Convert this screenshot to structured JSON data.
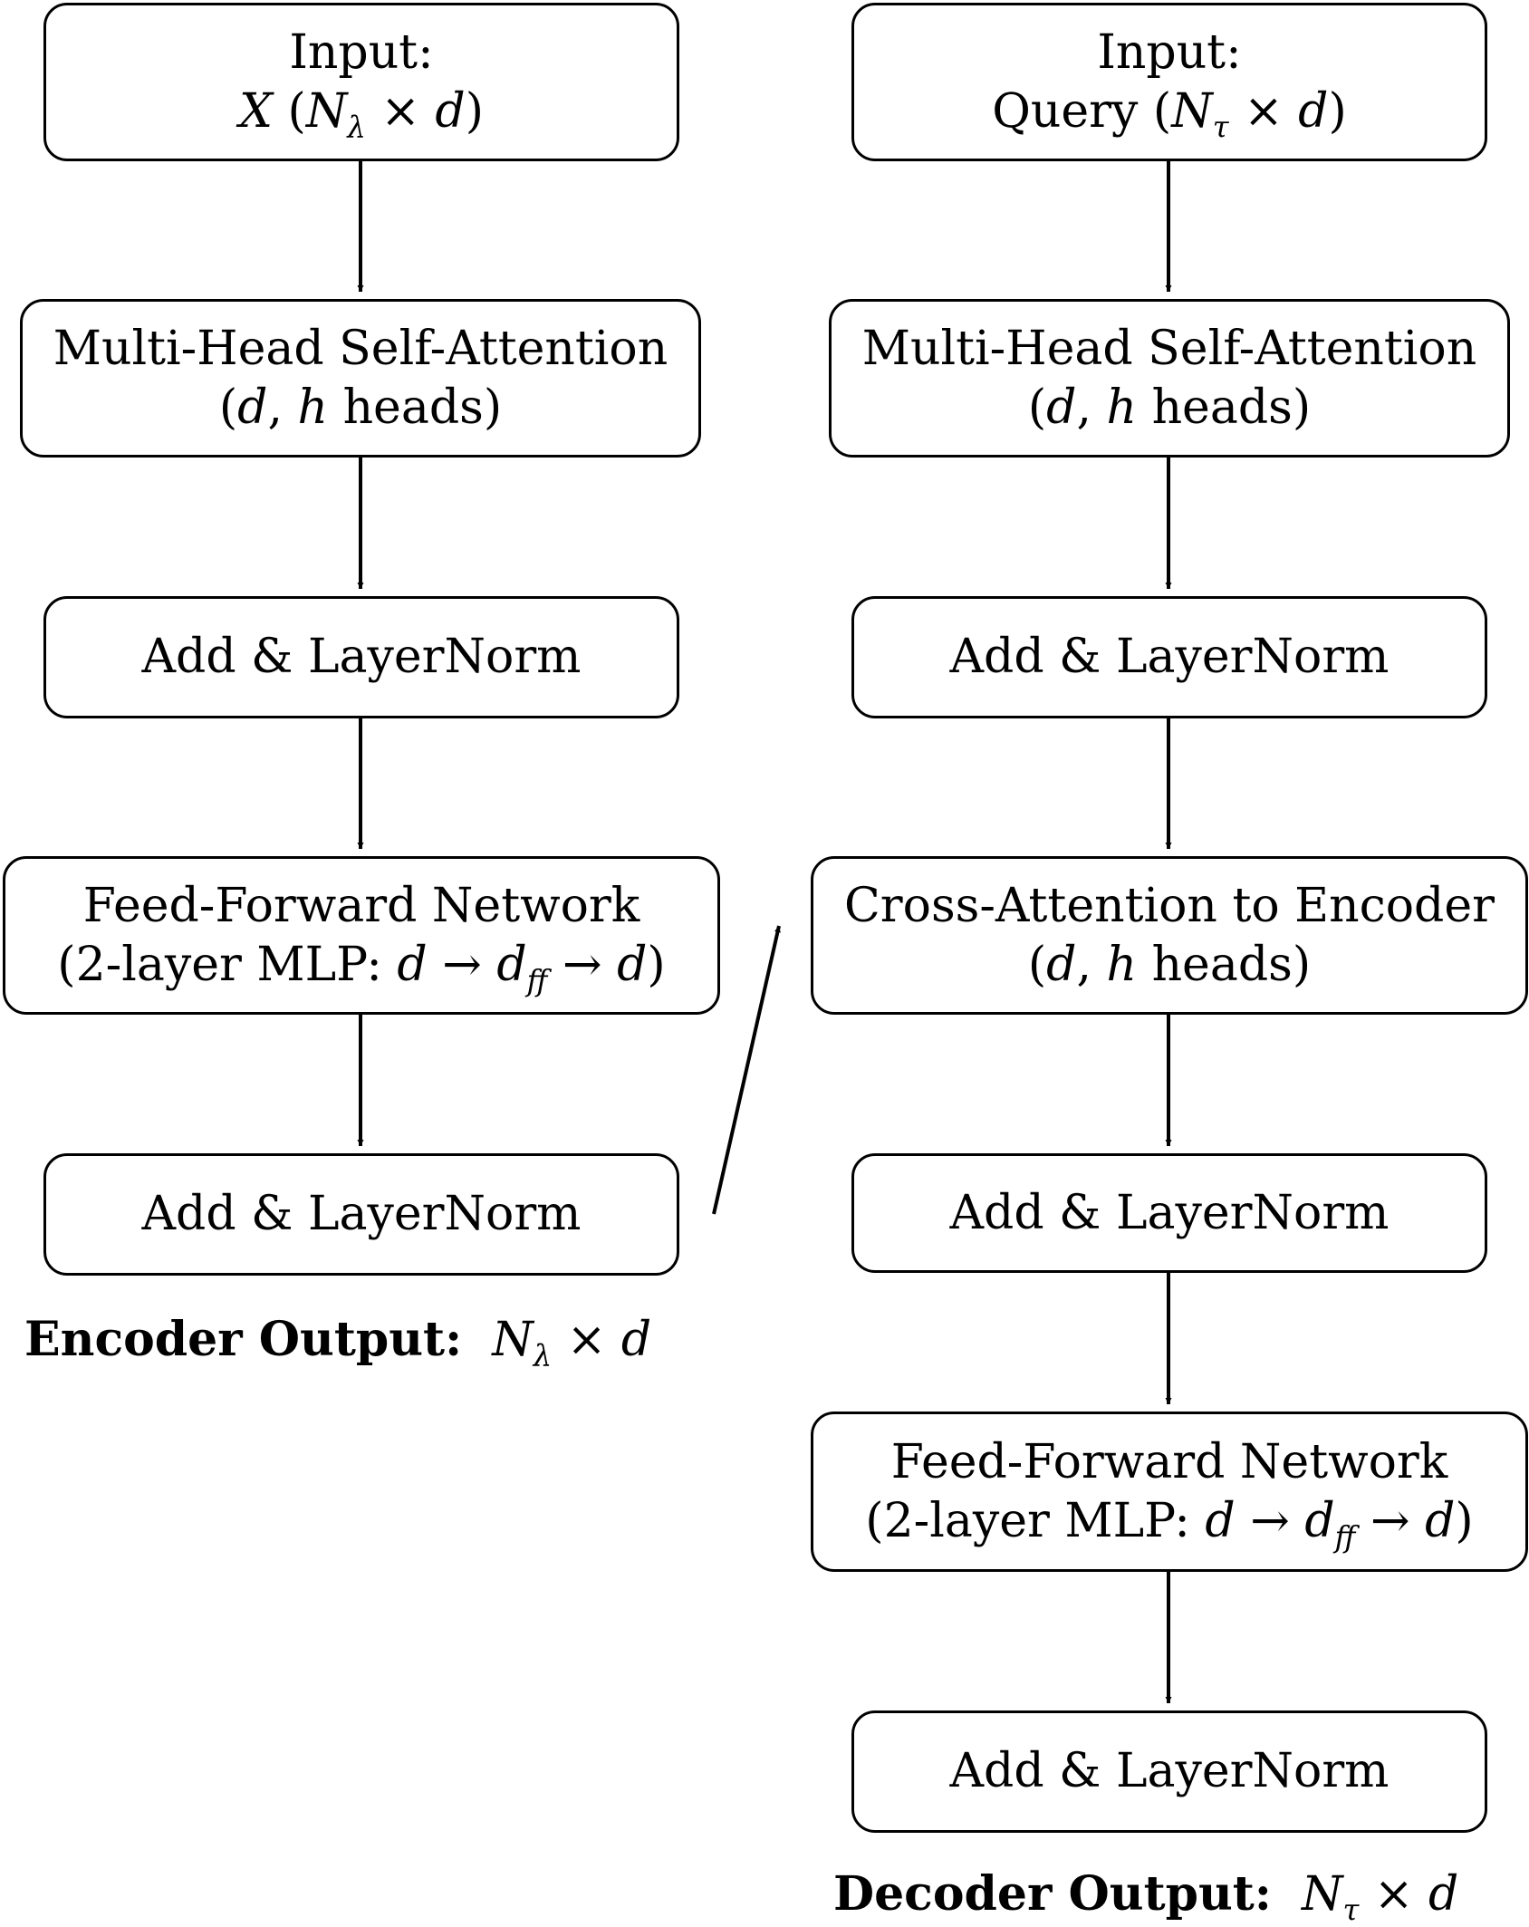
{
  "encoder": {
    "input": {
      "title": "Input:",
      "var": "X",
      "n": "N",
      "n_sub": "λ",
      "times": "×",
      "d": "d"
    },
    "mhsa": {
      "title": "Multi-Head Self-Attention",
      "d": "d",
      "h": "h",
      "heads": "heads"
    },
    "addnorm1": "Add & LayerNorm",
    "ffn": {
      "title": "Feed-Forward Network",
      "prefix": "(2-layer MLP: ",
      "d": "d",
      "arrow": "→",
      "dff": "d",
      "dff_sub": "ff"
    },
    "addnorm2": "Add & LayerNorm",
    "output": {
      "label": "Encoder Output:",
      "n": "N",
      "n_sub": "λ",
      "times": "×",
      "d": "d"
    }
  },
  "decoder": {
    "input": {
      "title": "Input:",
      "var": "Query",
      "n": "N",
      "n_sub": "τ",
      "times": "×",
      "d": "d"
    },
    "mhsa": {
      "title": "Multi-Head Self-Attention",
      "d": "d",
      "h": "h",
      "heads": "heads"
    },
    "addnorm1": "Add & LayerNorm",
    "cross": {
      "title": "Cross-Attention to Encoder",
      "d": "d",
      "h": "h",
      "heads": "heads"
    },
    "addnorm2": "Add & LayerNorm",
    "ffn": {
      "title": "Feed-Forward Network",
      "prefix": "(2-layer MLP: ",
      "d": "d",
      "arrow": "→",
      "dff": "d",
      "dff_sub": "ff"
    },
    "addnorm3": "Add & LayerNorm",
    "output": {
      "label": "Decoder Output:",
      "n": "N",
      "n_sub": "τ",
      "times": "×",
      "d": "d"
    }
  }
}
